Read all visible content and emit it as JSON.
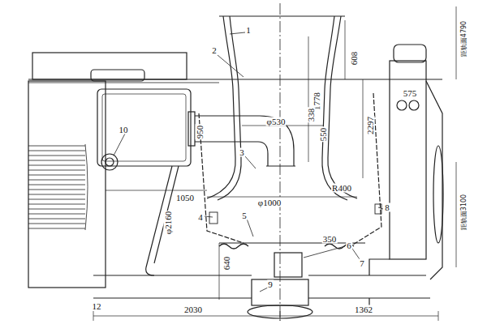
{
  "diagram": {
    "labels": [
      "1",
      "2",
      "608",
      "1778",
      "2297",
      "575",
      "φ530",
      "338",
      "550",
      "950",
      "10",
      "3",
      "R400",
      "φ1000",
      "1050",
      "φ2160",
      "4",
      "5",
      "8",
      "350",
      "6",
      "7",
      "640",
      "9",
      "12",
      "2030",
      "1362",
      "距轨面4790",
      "距轨面3100"
    ]
  }
}
